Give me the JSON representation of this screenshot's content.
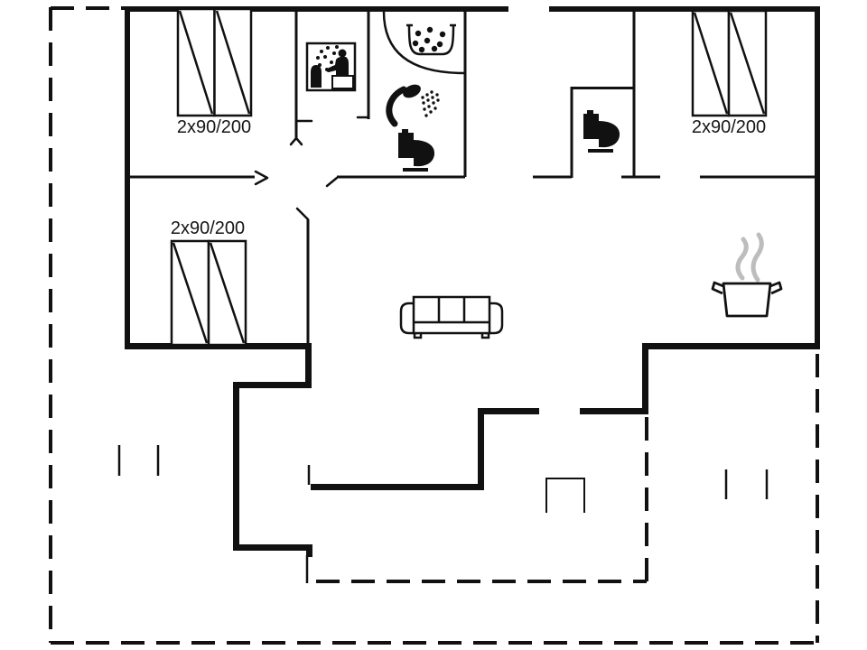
{
  "colors": {
    "ink": "#111111",
    "steam": "#bdbdbd",
    "background": "#ffffff"
  },
  "floor_plan": {
    "beds": [
      {
        "room": "bedroom-top-left",
        "label": "2x90/200"
      },
      {
        "room": "bedroom-top-right",
        "label": "2x90/200"
      },
      {
        "room": "bedroom-lower-left",
        "label": "2x90/200"
      }
    ],
    "icons": [
      {
        "name": "sauna-icon"
      },
      {
        "name": "whirlpool-icon"
      },
      {
        "name": "shower-icon"
      },
      {
        "name": "toilet-icon",
        "count": 2
      },
      {
        "name": "sofa-icon"
      },
      {
        "name": "cooking-pot-icon"
      }
    ]
  }
}
